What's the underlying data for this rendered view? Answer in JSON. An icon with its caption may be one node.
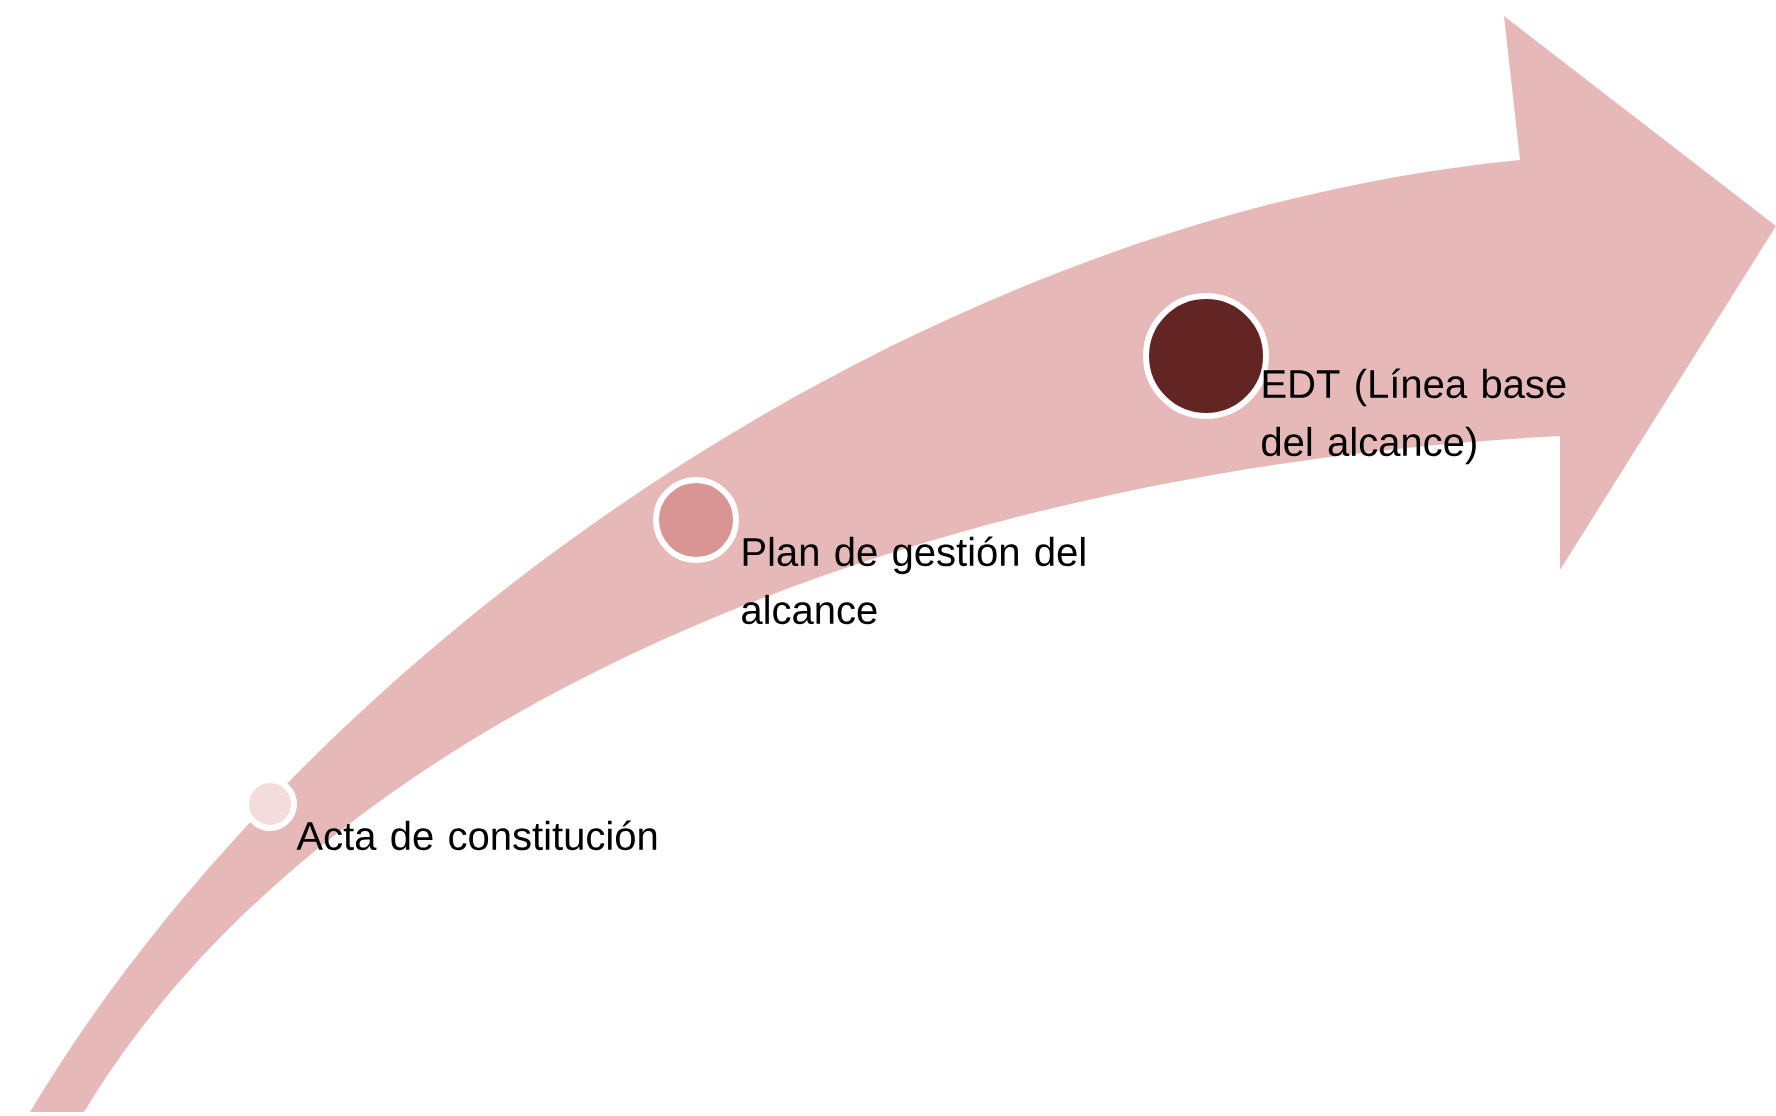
{
  "diagram": {
    "nodes": [
      {
        "text": [],
        "shape": "circle",
        "beside": [
          "Acta de constitución"
        ]
      },
      {
        "text": [],
        "shape": "circle",
        "beside": [
          "Plan de gestión del alcance"
        ]
      },
      {
        "text": [],
        "shape": "circle",
        "beside": [
          "EDT (Línea base del alcance)"
        ]
      }
    ],
    "edges": []
  }
}
